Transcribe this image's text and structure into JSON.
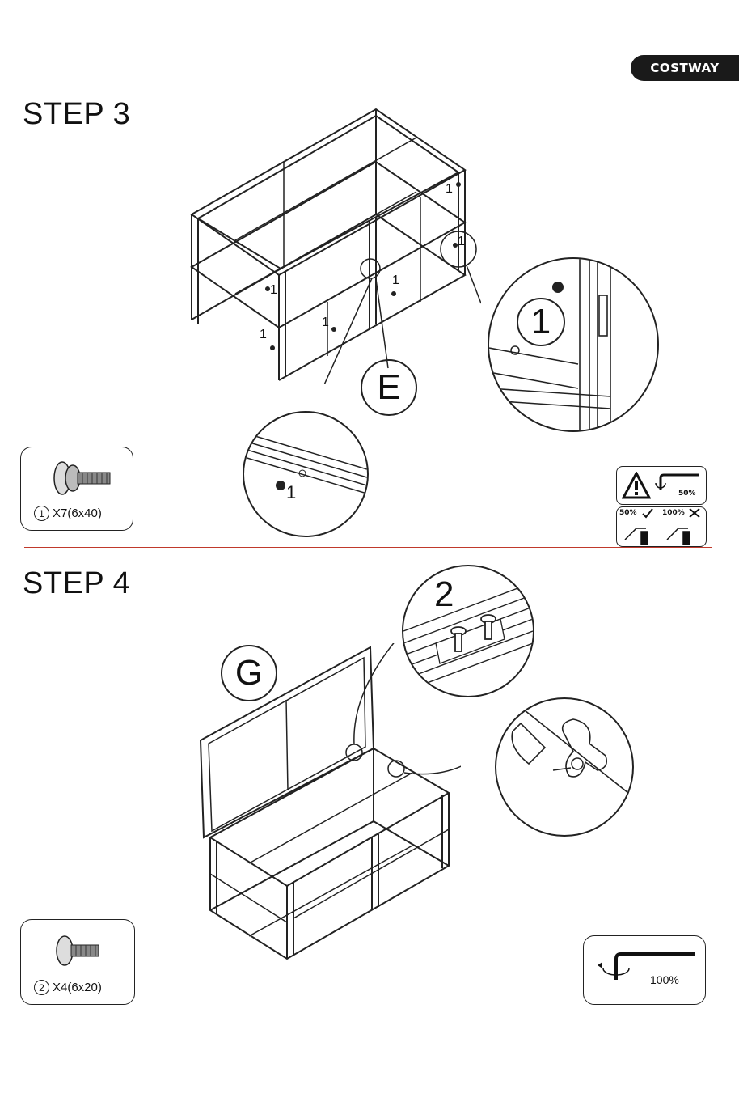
{
  "brand": "COSTWAY",
  "step3": {
    "title": "STEP 3",
    "callout_part": "E",
    "callout_detail_number": "1",
    "frame_labels": [
      "1",
      "1",
      "1",
      "1",
      "1",
      "1"
    ],
    "zoom_label": "1",
    "hardware": {
      "number": "1",
      "label": "X7(6x40)"
    },
    "warning": {
      "torque_top": "50%",
      "ok_pct": "50%",
      "bad_pct": "100%"
    }
  },
  "step4": {
    "title": "STEP 4",
    "callout_part": "G",
    "callout_detail_number": "2",
    "hardware": {
      "number": "2",
      "label": "X4(6x20)"
    },
    "torque": "100%"
  },
  "icons": [
    "warning-triangle-icon",
    "allen-key-icon",
    "check-icon",
    "cross-icon",
    "rotate-arrow-icon"
  ]
}
